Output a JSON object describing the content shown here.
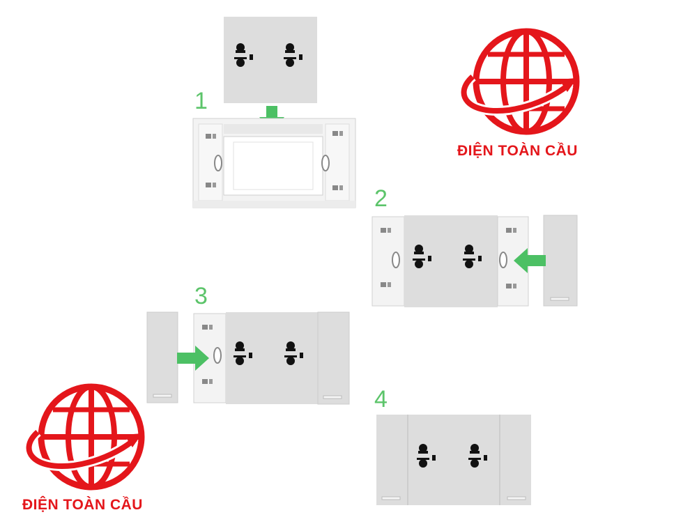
{
  "steps": [
    "1",
    "2",
    "3",
    "4"
  ],
  "brand": {
    "name": "ĐIỆN TOÀN CẦU",
    "color": "#e4161b"
  },
  "colors": {
    "arrow": "#4cc064",
    "plate": "#dcdcdc",
    "frame": "#f4f4f4",
    "step_number": "#5cc46a"
  },
  "icons": [
    "globe-logo-icon",
    "arrow-down-icon",
    "arrow-left-icon",
    "arrow-right-icon",
    "socket-icon"
  ]
}
